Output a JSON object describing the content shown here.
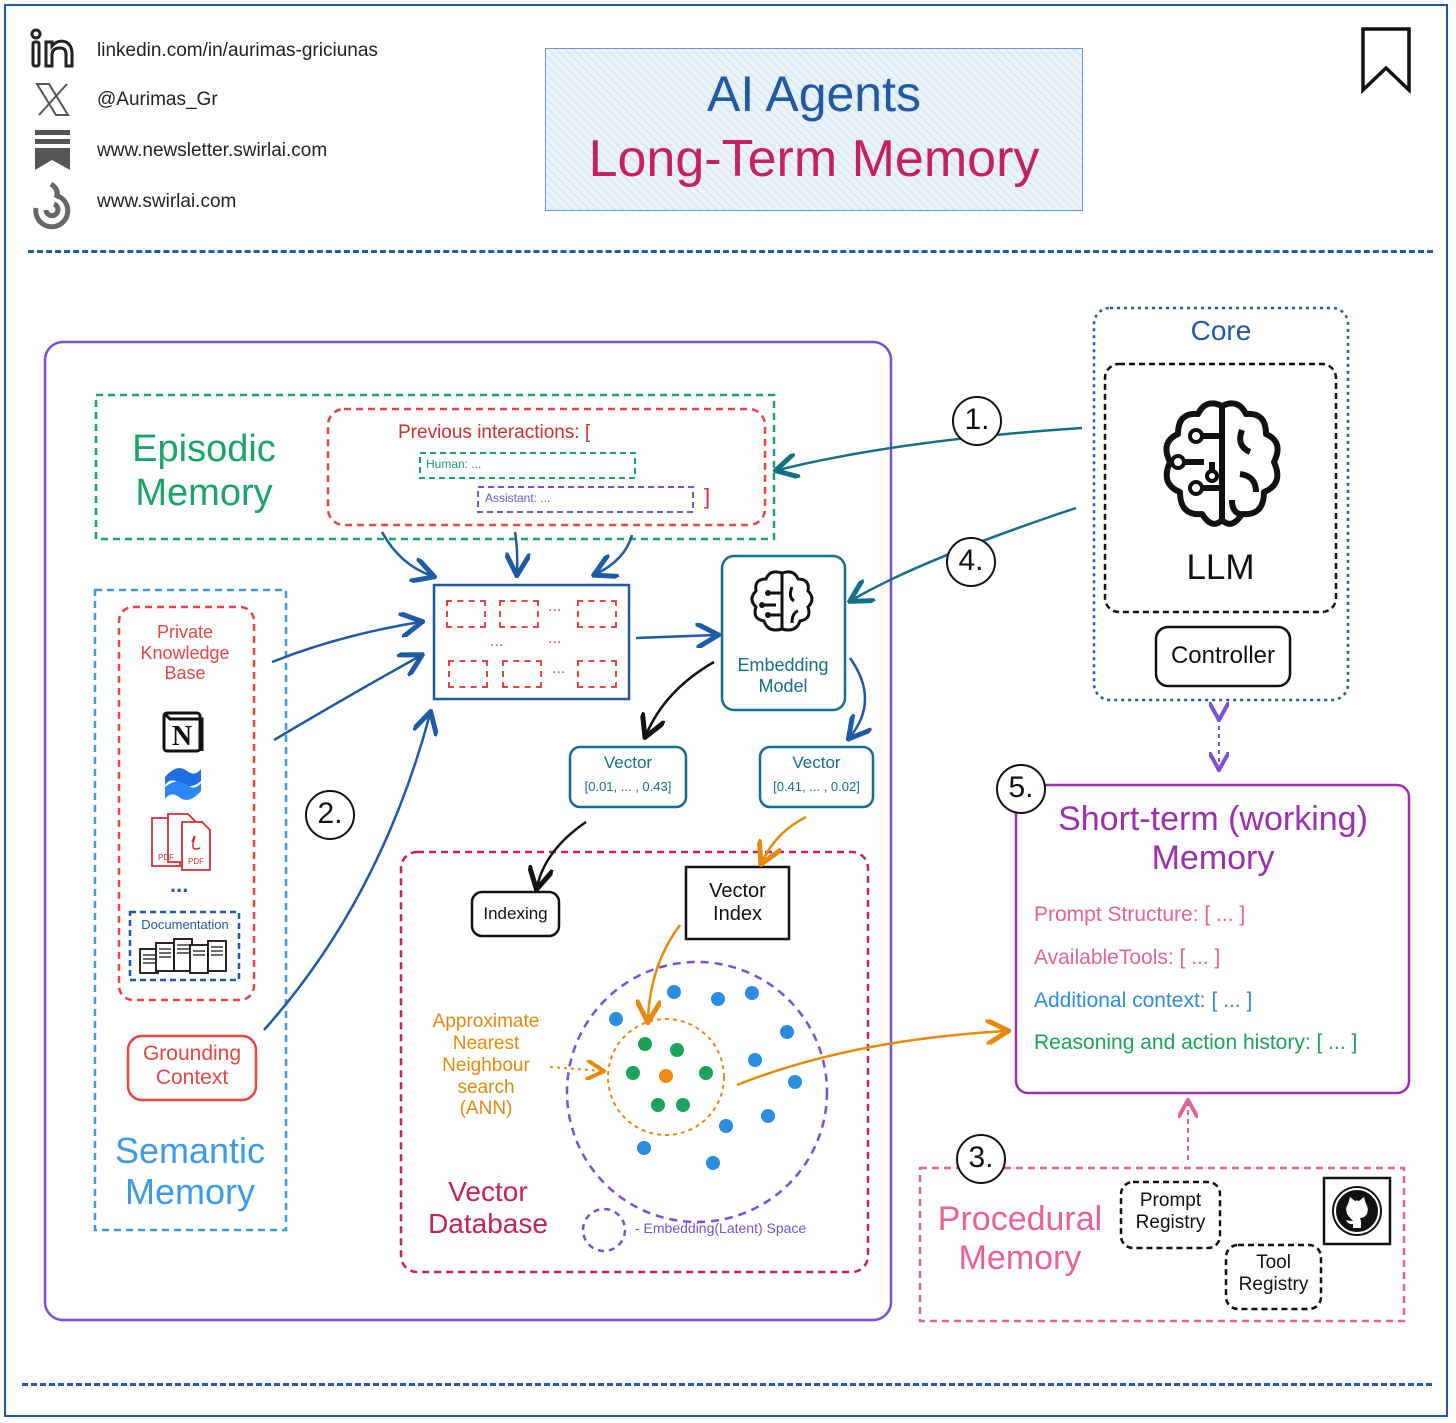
{
  "social": {
    "linkedin": "linkedin.com/in/aurimas-griciunas",
    "x": "@Aurimas_Gr",
    "newsletter": "www.newsletter.swirlai.com",
    "website": "www.swirlai.com"
  },
  "title": {
    "line1": "AI Agents",
    "line2": "Long-Term Memory"
  },
  "episodic": {
    "label_line1": "Episodic",
    "label_line2": "Memory",
    "prev_interactions": "Previous interactions: [",
    "human": "Human: ...",
    "assistant": "Assistant: ...",
    "close_bracket": "]"
  },
  "semantic": {
    "label_line1": "Semantic",
    "label_line2": "Memory",
    "pkb_line1": "Private",
    "pkb_line2": "Knowledge",
    "pkb_line3": "Base",
    "ellipsis": "...",
    "documentation": "Documentation",
    "grounding_line1": "Grounding",
    "grounding_line2": "Context",
    "pdf": "PDF"
  },
  "chunks": {
    "dots": "..."
  },
  "embedding": {
    "line1": "Embedding",
    "line2": "Model"
  },
  "vectors": [
    {
      "title": "Vector",
      "values": "[0.01, ... , 0.43]"
    },
    {
      "title": "Vector",
      "values": "[0.41, ... , 0.02]"
    }
  ],
  "vector_db": {
    "indexing": "Indexing",
    "vindex_line1": "Vector",
    "vindex_line2": "Index",
    "ann_line1": "Approximate",
    "ann_line2": "Nearest",
    "ann_line3": "Neighbour",
    "ann_line4": "search",
    "ann_line5": "(ANN)",
    "label_line1": "Vector",
    "label_line2": "Database",
    "legend": "- Embedding(Latent) Space"
  },
  "core": {
    "label": "Core",
    "llm": "LLM",
    "controller": "Controller"
  },
  "steps": [
    "1.",
    "2.",
    "3.",
    "4.",
    "5."
  ],
  "short_term": {
    "title_line1": "Short-term (working)",
    "title_line2": "Memory",
    "items": [
      {
        "text": "Prompt Structure: [ ... ]",
        "color": "#e9609a"
      },
      {
        "text": "AvailableTools: [ ... ]",
        "color": "#e9609a"
      },
      {
        "text": "Additional context: [ ... ]",
        "color": "#2a8de0"
      },
      {
        "text": "Reasoning and action history: [ ... ]",
        "color": "#1aa35a"
      }
    ]
  },
  "procedural": {
    "label_line1": "Procedural",
    "label_line2": "Memory",
    "prompt_line1": "Prompt",
    "prompt_line2": "Registry",
    "tool_line1": "Tool",
    "tool_line2": "Registry"
  },
  "icons": [
    "linkedin-icon",
    "x-icon",
    "newsletter-icon",
    "swirl-icon",
    "bookmark-icon",
    "brain-icon",
    "notion-icon",
    "confluence-icon",
    "pdf-icon",
    "github-icon"
  ],
  "colors": {
    "frame": "#1f5aa6",
    "episodic": "#1aa36b",
    "semantic": "#3b9be6",
    "red": "#e84545",
    "purple": "#7b4fd6",
    "teal": "#136f8a",
    "orange": "#e8890c",
    "crimson": "#c4215e",
    "magenta": "#9b2fae",
    "pink": "#e9609a"
  }
}
